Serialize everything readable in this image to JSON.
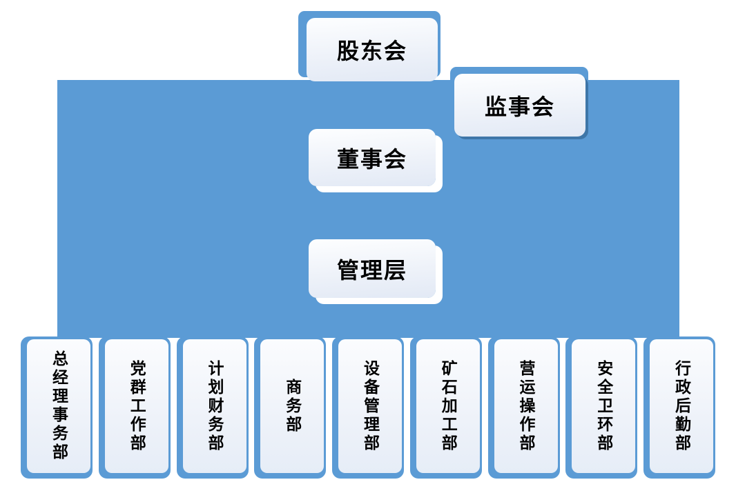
{
  "org_chart": {
    "type": "organization-chart",
    "levels": [
      {
        "name": "shareholders-meeting",
        "label": "股东会"
      },
      {
        "name": "supervisory-board",
        "label": "监事会"
      },
      {
        "name": "board-of-directors",
        "label": "董事会"
      },
      {
        "name": "management-layer",
        "label": "管理层"
      }
    ],
    "departments": [
      {
        "label": "总经理事务部"
      },
      {
        "label": "党群工作部"
      },
      {
        "label": "计划财务部"
      },
      {
        "label": "商务部"
      },
      {
        "label": "设备管理部"
      },
      {
        "label": "矿石加工部"
      },
      {
        "label": "营运操作部"
      },
      {
        "label": "安全卫环部"
      },
      {
        "label": "行政后勤部"
      }
    ],
    "colors": {
      "accent_blue": "#5b9bd5",
      "card_fill_top": "#fdfeff",
      "card_fill_bottom": "#e2e9f5",
      "dark_edge": "#2f6291",
      "text": "#000000"
    }
  }
}
